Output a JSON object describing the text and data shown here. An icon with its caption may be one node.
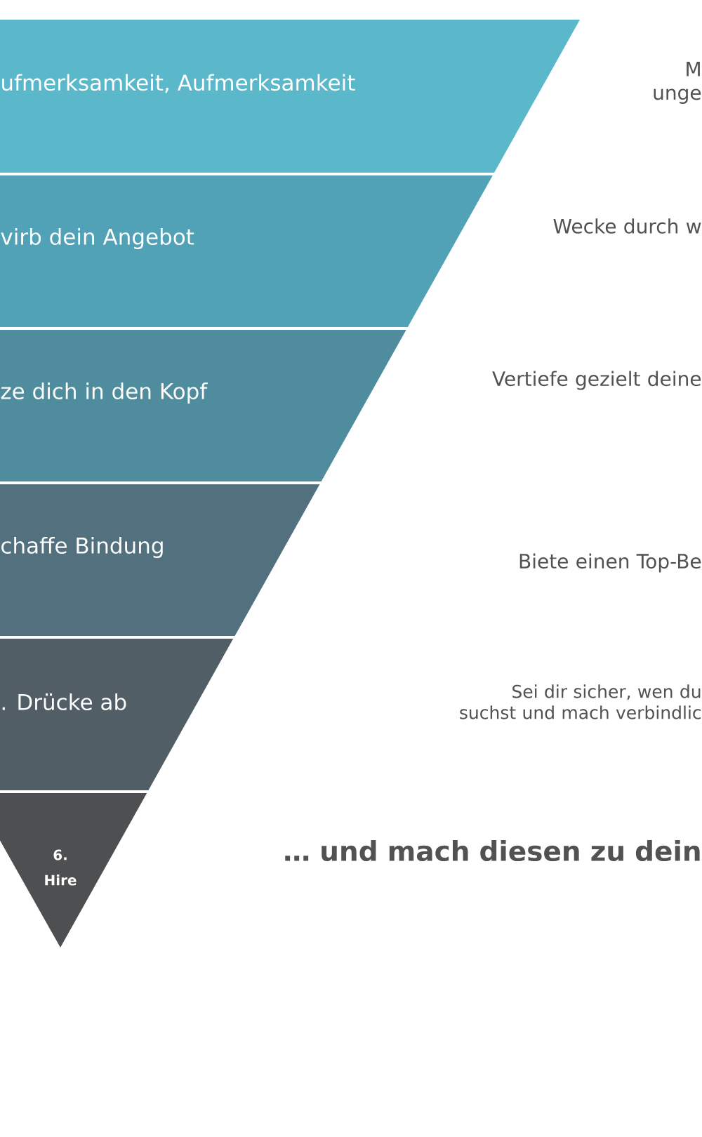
{
  "diagram": {
    "nodes": [
      {
        "text": [
          "ufmerksamkeit, Aufmerksamkeit"
        ]
      },
      {
        "text": [
          "virb dein Angebot"
        ]
      },
      {
        "text": [
          "ze dich in den Kopf"
        ]
      },
      {
        "text": [
          "chaffe Bindung"
        ]
      },
      {
        "text": [
          ". Drücke ab"
        ]
      },
      {
        "text": [
          "6. Hire"
        ]
      }
    ],
    "labels": [
      "M unge",
      "Wecke durch w",
      "Vertiefe gezielt deine",
      "Biete einen Top-Be",
      "Sei dir sicher, wen du suchst und mach verbindlic",
      "… und mach diesen zu dein"
    ]
  }
}
